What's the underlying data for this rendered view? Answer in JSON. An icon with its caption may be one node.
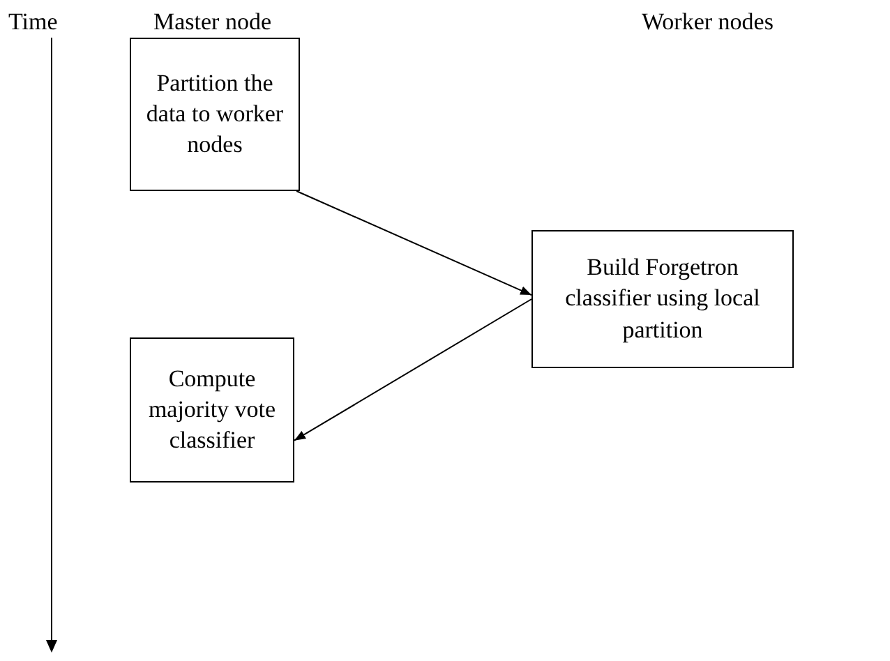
{
  "diagram": {
    "nodes": [
      {
        "text": [
          "Partition the data to worker nodes"
        ]
      },
      {
        "text": [
          "Build Forgetron classifier using local partition"
        ]
      },
      {
        "text": [
          "Compute majority vote classifier"
        ]
      }
    ],
    "edges": [
      {
        "from": 0,
        "to": 1,
        "arrow": "to"
      },
      {
        "from": 1,
        "to": 2,
        "arrow": "to"
      }
    ],
    "labels": [
      "Time",
      "Master node",
      "Worker nodes"
    ]
  }
}
